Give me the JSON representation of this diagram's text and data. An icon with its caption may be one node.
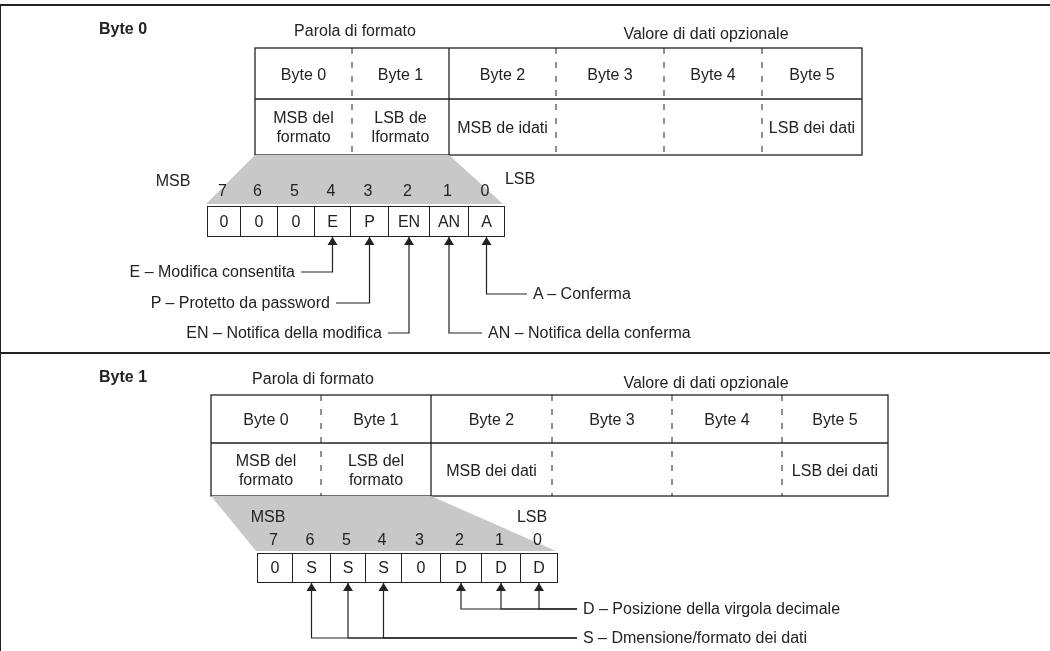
{
  "diagram": {
    "nodes": [
      {
        "text": [
          "Byte 0"
        ]
      },
      {
        "text": [
          "0"
        ],
        "in": 0
      },
      {
        "text": [
          "0"
        ],
        "in": 0
      },
      {
        "text": [
          "0"
        ],
        "in": 0
      },
      {
        "text": [
          "E"
        ],
        "in": 0
      },
      {
        "text": [
          "P"
        ],
        "in": 0
      },
      {
        "text": [
          "EN"
        ],
        "in": 0
      },
      {
        "text": [
          "AN"
        ],
        "in": 0
      },
      {
        "text": [
          "A"
        ],
        "in": 0
      },
      {
        "text": [
          "E – Modifica consentita"
        ],
        "in": 0
      },
      {
        "text": [
          "P – Protetto da password"
        ],
        "in": 0
      },
      {
        "text": [
          "A – Conferma"
        ],
        "in": 0
      },
      {
        "text": [
          "EN – Notifica della modifica"
        ],
        "in": 0
      },
      {
        "text": [
          "AN – Notifica della conferma"
        ],
        "in": 0
      },
      {
        "text": [
          "Byte 1"
        ]
      },
      {
        "text": [
          "0"
        ],
        "in": 14
      },
      {
        "text": [
          "S"
        ],
        "in": 14
      },
      {
        "text": [
          "S"
        ],
        "in": 14
      },
      {
        "text": [
          "S"
        ],
        "in": 14
      },
      {
        "text": [
          "0"
        ],
        "in": 14
      },
      {
        "text": [
          "D"
        ],
        "in": 14
      },
      {
        "text": [
          "D"
        ],
        "in": 14
      },
      {
        "text": [
          "D"
        ],
        "in": 14
      },
      {
        "text": [
          "D – Posizione della virgola decimale"
        ],
        "in": 14
      },
      {
        "text": [
          "S – Dmensione/formato dei dati"
        ],
        "in": 14
      }
    ],
    "edges": [
      {
        "from": 9,
        "to": 4,
        "arrow": "to"
      },
      {
        "from": 10,
        "to": 5,
        "arrow": "to"
      },
      {
        "from": 11,
        "to": 8,
        "arrow": "to"
      },
      {
        "from": 12,
        "to": 6,
        "arrow": "to"
      },
      {
        "from": 13,
        "to": 7,
        "arrow": "to"
      },
      {
        "from": 23,
        "to": 20,
        "arrow": "to"
      },
      {
        "from": 23,
        "to": 21,
        "arrow": "to"
      },
      {
        "from": 23,
        "to": 22,
        "arrow": "to"
      },
      {
        "from": 24,
        "to": 16,
        "arrow": "to"
      },
      {
        "from": 24,
        "to": 17,
        "arrow": "to"
      },
      {
        "from": 24,
        "to": 18,
        "arrow": "to"
      }
    ],
    "labels": [
      "Parola di formato",
      "Valore di dati opzionale",
      "Byte 0",
      "Byte 1",
      "Byte 2",
      "Byte 3",
      "Byte 4",
      "Byte 5",
      "MSB del formato",
      "LSB de lformato",
      "MSB de idati",
      "LSB dei dati",
      "MSB",
      "7",
      "6",
      "5",
      "4",
      "3",
      "2",
      "1",
      "0",
      "LSB",
      "Parola di formato",
      "Valore di dati opzionale",
      "Byte 0",
      "Byte 1",
      "Byte 2",
      "Byte 3",
      "Byte 4",
      "Byte 5",
      "MSB del formato",
      "LSB del formato",
      "MSB dei dati",
      "LSB dei dati",
      "MSB",
      "7",
      "6",
      "5",
      "4",
      "3",
      "2",
      "1",
      "0",
      "LSB"
    ]
  }
}
